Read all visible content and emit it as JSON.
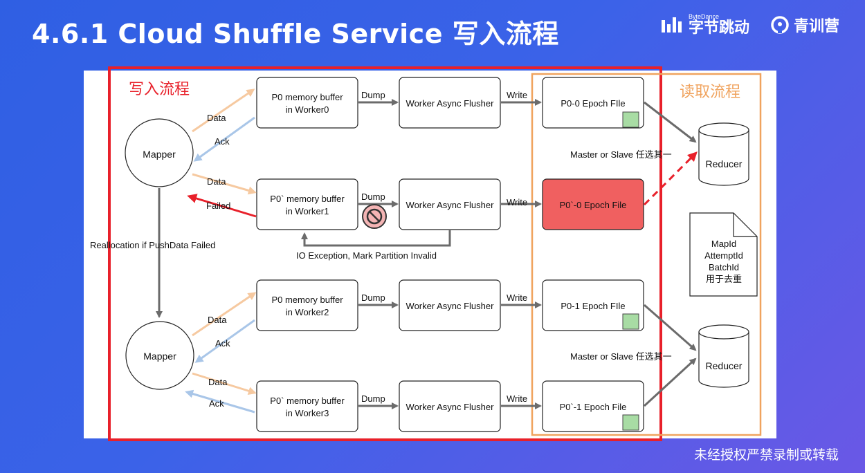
{
  "slide": {
    "title": "4.6.1 Cloud Shuffle Service 写入流程",
    "brand_bytedance_small": "ByteDance",
    "brand_bytedance": "字节跳动",
    "brand_camp": "青训营",
    "footer": "未经授权严禁录制或转载"
  },
  "diagram": {
    "write_section_label": "写入流程",
    "read_section_label": "读取流程",
    "mappers": [
      "Mapper",
      "Mapper"
    ],
    "buffers": [
      {
        "line1": "P0 memory buffer",
        "line2": "in Worker0"
      },
      {
        "line1": "P0` memory buffer",
        "line2": "in Worker1"
      },
      {
        "line1": "P0 memory buffer",
        "line2": "in Worker2"
      },
      {
        "line1": "P0` memory buffer",
        "line2": "in Worker3"
      }
    ],
    "flushers": [
      "Worker Async Flusher",
      "Worker Async Flusher",
      "Worker Async Flusher",
      "Worker Async Flusher"
    ],
    "epoch_files": [
      "P0-0 Epoch FIle",
      "P0`-0 Epoch File",
      "P0-1 Epoch FIle",
      "P0`-1 Epoch File"
    ],
    "reducers": [
      "Reducer",
      "Reducer"
    ],
    "labels": {
      "data": "Data",
      "ack": "Ack",
      "failed": "Failed",
      "dump": "Dump",
      "write": "Write",
      "reallocation": "Reallocation if PushData Failed",
      "io_exception": "IO Exception, Mark Partition Invalid",
      "master_slave": "Master or Slave 任选其一"
    },
    "note_lines": [
      "MapId",
      "AttemptId",
      "BatchId",
      "用于去重"
    ],
    "colors": {
      "write_border": "#e8202a",
      "read_border": "#f0a35e",
      "data_arrow": "#f6c9a0",
      "ack_arrow": "#a9c6e8",
      "failed_arrow": "#e8202a",
      "failed_file": "#f06060",
      "success_marker": "#a8dca4",
      "flow_arrow": "#6b6b6b"
    }
  }
}
